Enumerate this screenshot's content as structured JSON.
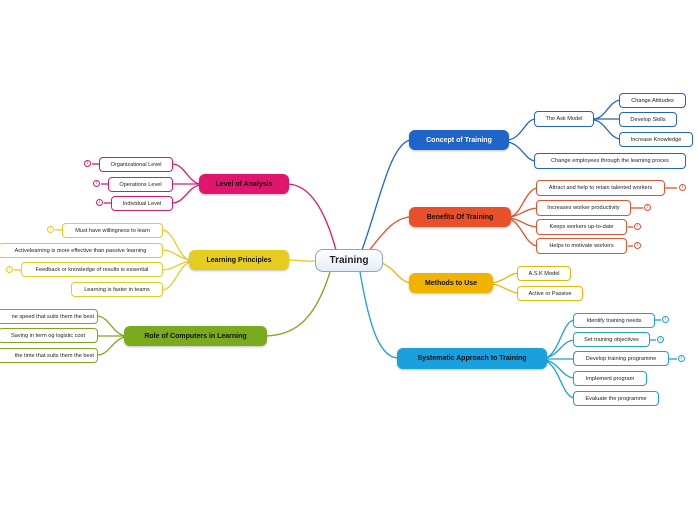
{
  "root": {
    "label": "Training"
  },
  "branches": {
    "concept": {
      "label": "Concept of Training",
      "ask_model": "The Ask Model",
      "change_attitudes": "Change Attitudes",
      "develop_skills": "Develop Skills",
      "increase_knowledge": "Increase Knowledge",
      "change_employees": "Change employees through the learning proces"
    },
    "benefits": {
      "label": "Benefits Of Training",
      "attract": "Attract and help to retain talented workers",
      "productivity": "Increases worker productivity",
      "uptodate": "Keeps workers up-to-date",
      "motivate": "Helps to motivate workers"
    },
    "methods": {
      "label": "Methods to Use",
      "ask": "A.S.K Model",
      "active": "Active or Passive"
    },
    "systematic": {
      "label": "Systematic Approach to Training",
      "identify": "Identify training needs",
      "objectives": "Set training objectives",
      "develop": "Develop training programme",
      "implement": "Implement program",
      "evaluate": "Evaluate the programme"
    },
    "analysis": {
      "label": "Level of Analysis",
      "organizational": "Organizational Level",
      "operations": "Operations Level",
      "individual": "Individual Level"
    },
    "principles": {
      "label": "Learning Principles",
      "willingness": "Must have willingness to learn",
      "active_learning": "Activelearning is more effective than passive learning",
      "feedback": "Feedback or knowledge of results is essential",
      "teams": "Learning is faster in teams"
    },
    "computers": {
      "label": "Role of Computers in Learning",
      "speed": "ne speed that suits them the best",
      "saving": "Saving in term og logistic cost",
      "time": "the time that suits them the best"
    }
  },
  "colors": {
    "concept": "#1f64c8",
    "benefits": "#e8502a",
    "methods": "#f0b400",
    "systematic": "#1aa0dc",
    "analysis": "#e0166e",
    "principles": "#e6cc1e",
    "computers": "#7aaa1e"
  },
  "note_marker": "i"
}
